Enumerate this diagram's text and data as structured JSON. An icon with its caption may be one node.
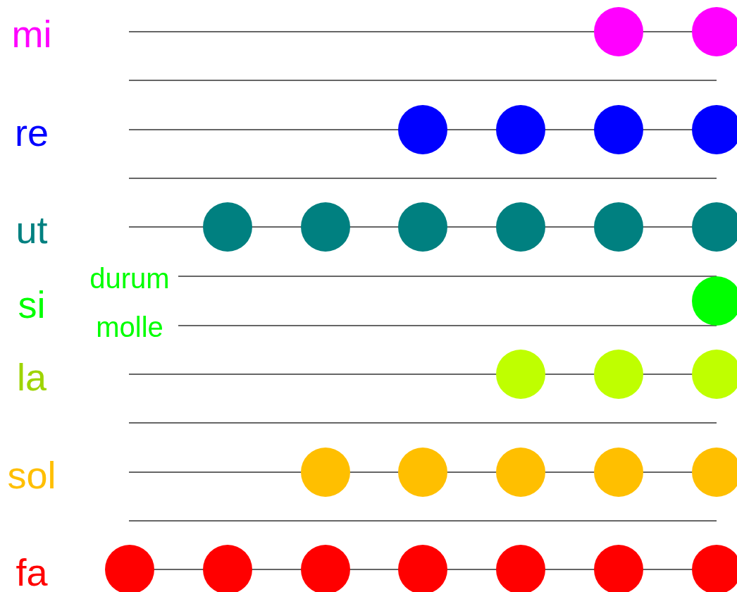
{
  "diagram": {
    "labels": [
      "mi",
      "re",
      "ut",
      "durum",
      "si",
      "molle",
      "la",
      "sol",
      "fa"
    ]
  }
}
